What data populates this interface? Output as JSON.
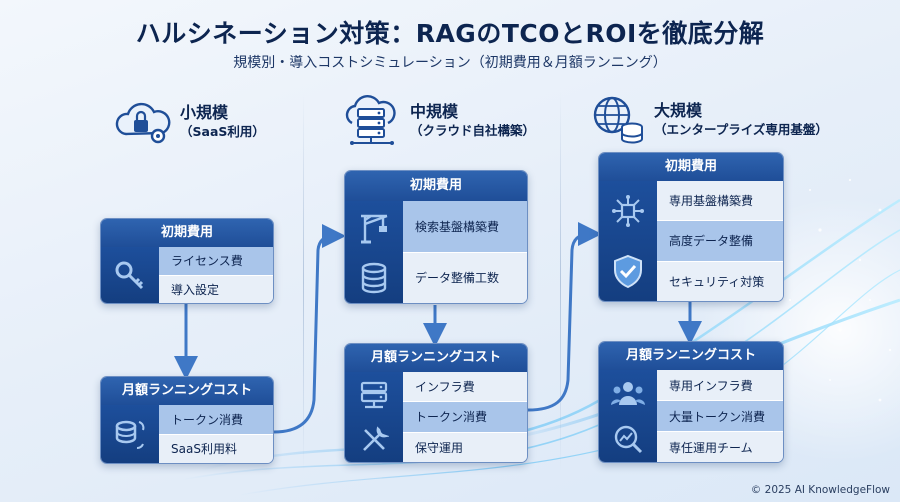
{
  "title": "ハルシネーション対策：RAGのTCOとROIを徹底分解",
  "subtitle": "規模別・導入コストシミュレーション（初期費用＆月額ランニング）",
  "tiers": [
    {
      "name": "小規模",
      "sub": "（SaaS利用）",
      "icon": "cloud-lock-gear-icon",
      "initial": {
        "title": "初期費用",
        "items": [
          "ライセンス費",
          "導入設定"
        ],
        "icons": [
          "key-icon"
        ]
      },
      "monthly": {
        "title": "月額ランニングコスト",
        "items": [
          "トークン消費",
          "SaaS利用料"
        ],
        "icons": [
          "coins-exchange-icon"
        ]
      }
    },
    {
      "name": "中規模",
      "sub": "（クラウド自社構築）",
      "icon": "cloud-server-icon",
      "initial": {
        "title": "初期費用",
        "items": [
          "検索基盤構築費",
          "データ整備工数"
        ],
        "icons": [
          "crane-icon",
          "database-icon"
        ]
      },
      "monthly": {
        "title": "月額ランニングコスト",
        "items": [
          "インフラ費",
          "トークン消費",
          "保守運用"
        ],
        "icons": [
          "server-icon",
          "wrench-screwdriver-icon"
        ]
      }
    },
    {
      "name": "大規模",
      "sub": "（エンタープライズ専用基盤）",
      "icon": "globe-database-icon",
      "initial": {
        "title": "初期費用",
        "items": [
          "専用基盤構築費",
          "高度データ整備",
          "セキュリティ対策"
        ],
        "icons": [
          "chip-network-icon",
          "shield-check-icon"
        ]
      },
      "monthly": {
        "title": "月額ランニングコスト",
        "items": [
          "専用インフラ費",
          "大量トークン消費",
          "専任運用チーム"
        ],
        "icons": [
          "team-icon",
          "chart-magnifier-icon"
        ]
      }
    }
  ],
  "copyright": "© 2025 AI KnowledgeFlow"
}
